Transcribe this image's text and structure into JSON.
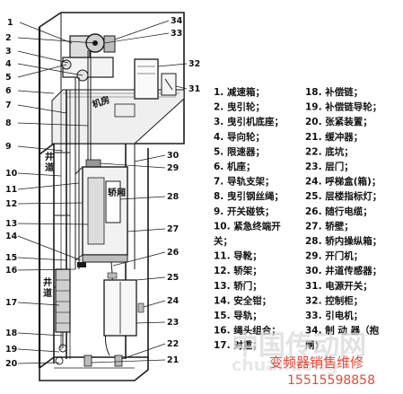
{
  "diagram": {
    "shaft_label": "井道",
    "shaft_label_lower": "井道",
    "machine_room_label": "机房",
    "car_label": "轿厢",
    "callouts_left": [
      "1",
      "2",
      "3",
      "4",
      "5",
      "6",
      "7",
      "8",
      "9",
      "10",
      "11",
      "12",
      "13",
      "14",
      "15",
      "16",
      "17",
      "18",
      "19",
      "20"
    ],
    "callouts_right": [
      "34",
      "33",
      "32",
      "31",
      "30",
      "29",
      "28",
      "27",
      "26",
      "25",
      "24",
      "23",
      "22",
      "21"
    ]
  },
  "legend": {
    "left_column": [
      "1. 减速箱；",
      "2. 曳引轮；",
      "3. 曳引机底座；",
      "4. 导向轮；",
      "5. 限速器；",
      "6. 机座；",
      "7. 导轨支架；",
      "8. 曳引钢丝绳；",
      "9. 开关碰铁；",
      "10. 紧急终端开",
      "关；",
      "11. 导靴；",
      "12. 轿架；",
      "13. 轿门；",
      "14. 安全钳；",
      "15. 导轨；",
      "16. 绳头组合；",
      "17. 对重；"
    ],
    "right_column": [
      "18. 补偿链；",
      "19. 补偿链导轮；",
      "20. 张紧装置；",
      "21. 缓冲器；",
      "22. 底坑；",
      "23. 层门；",
      "24. 呼梯盒(箱)；",
      "25. 层楼指标灯；",
      "26. 随行电缆；",
      "27. 轿壁；",
      "28. 轿内操纵箱；",
      "29. 开门机；",
      "30. 井道传感器；",
      "31. 电源开关；",
      "32. 控制柜；",
      "33. 引电机；",
      "34. 制 动 器（抱",
      "闸)"
    ]
  },
  "watermark": {
    "logo_text": "中国传动网",
    "logo_domain": "chuandong",
    "service_text": "变频器销售维修",
    "phone": "15515598858"
  }
}
